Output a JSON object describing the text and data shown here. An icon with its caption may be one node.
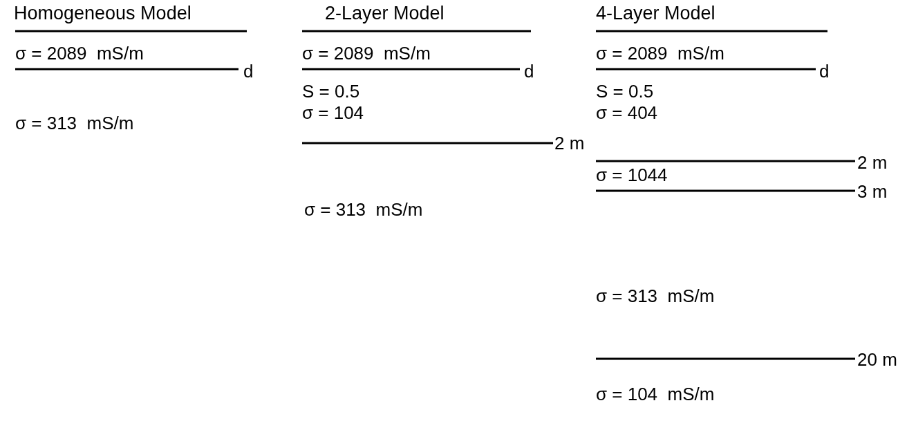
{
  "diagram": {
    "labels": [
      "Homogeneous Model",
      "σ = 2089  mS/m",
      "d",
      "σ = 313  mS/m",
      "2-Layer Model",
      "σ = 2089  mS/m",
      "d",
      "S = 0.5",
      "σ = 104",
      "2 m",
      "σ = 313  mS/m",
      "4-Layer Model",
      "σ = 2089  mS/m",
      "d",
      "S = 0.5",
      "σ = 404",
      "2 m",
      "σ = 1044",
      "3 m",
      "σ = 313  mS/m",
      "20 m",
      "σ = 104  mS/m"
    ]
  }
}
